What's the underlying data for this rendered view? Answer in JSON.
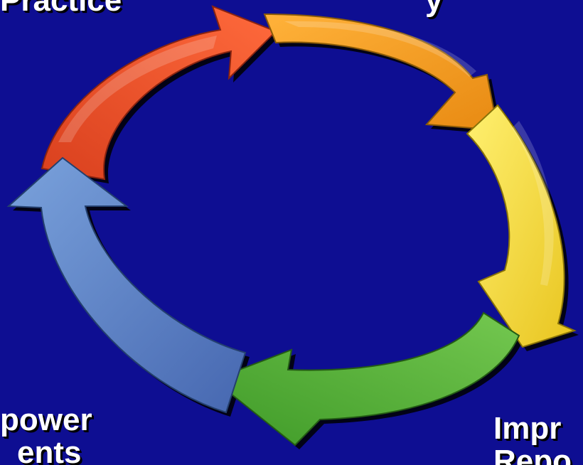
{
  "labels": {
    "top_left": "Practice",
    "top_right": "y",
    "bottom_left_line1": "power",
    "bottom_left_line2": "ents",
    "bottom_right_line1": "Impr",
    "bottom_right_line2": "Repo"
  },
  "colors": {
    "background": "#0e0e92",
    "arrow_red": "#f0502a",
    "arrow_orange": "#f7a024",
    "arrow_yellow": "#f6dc3c",
    "arrow_green": "#56b035",
    "arrow_blue": "#5d86c8",
    "shadow": "#000000"
  }
}
